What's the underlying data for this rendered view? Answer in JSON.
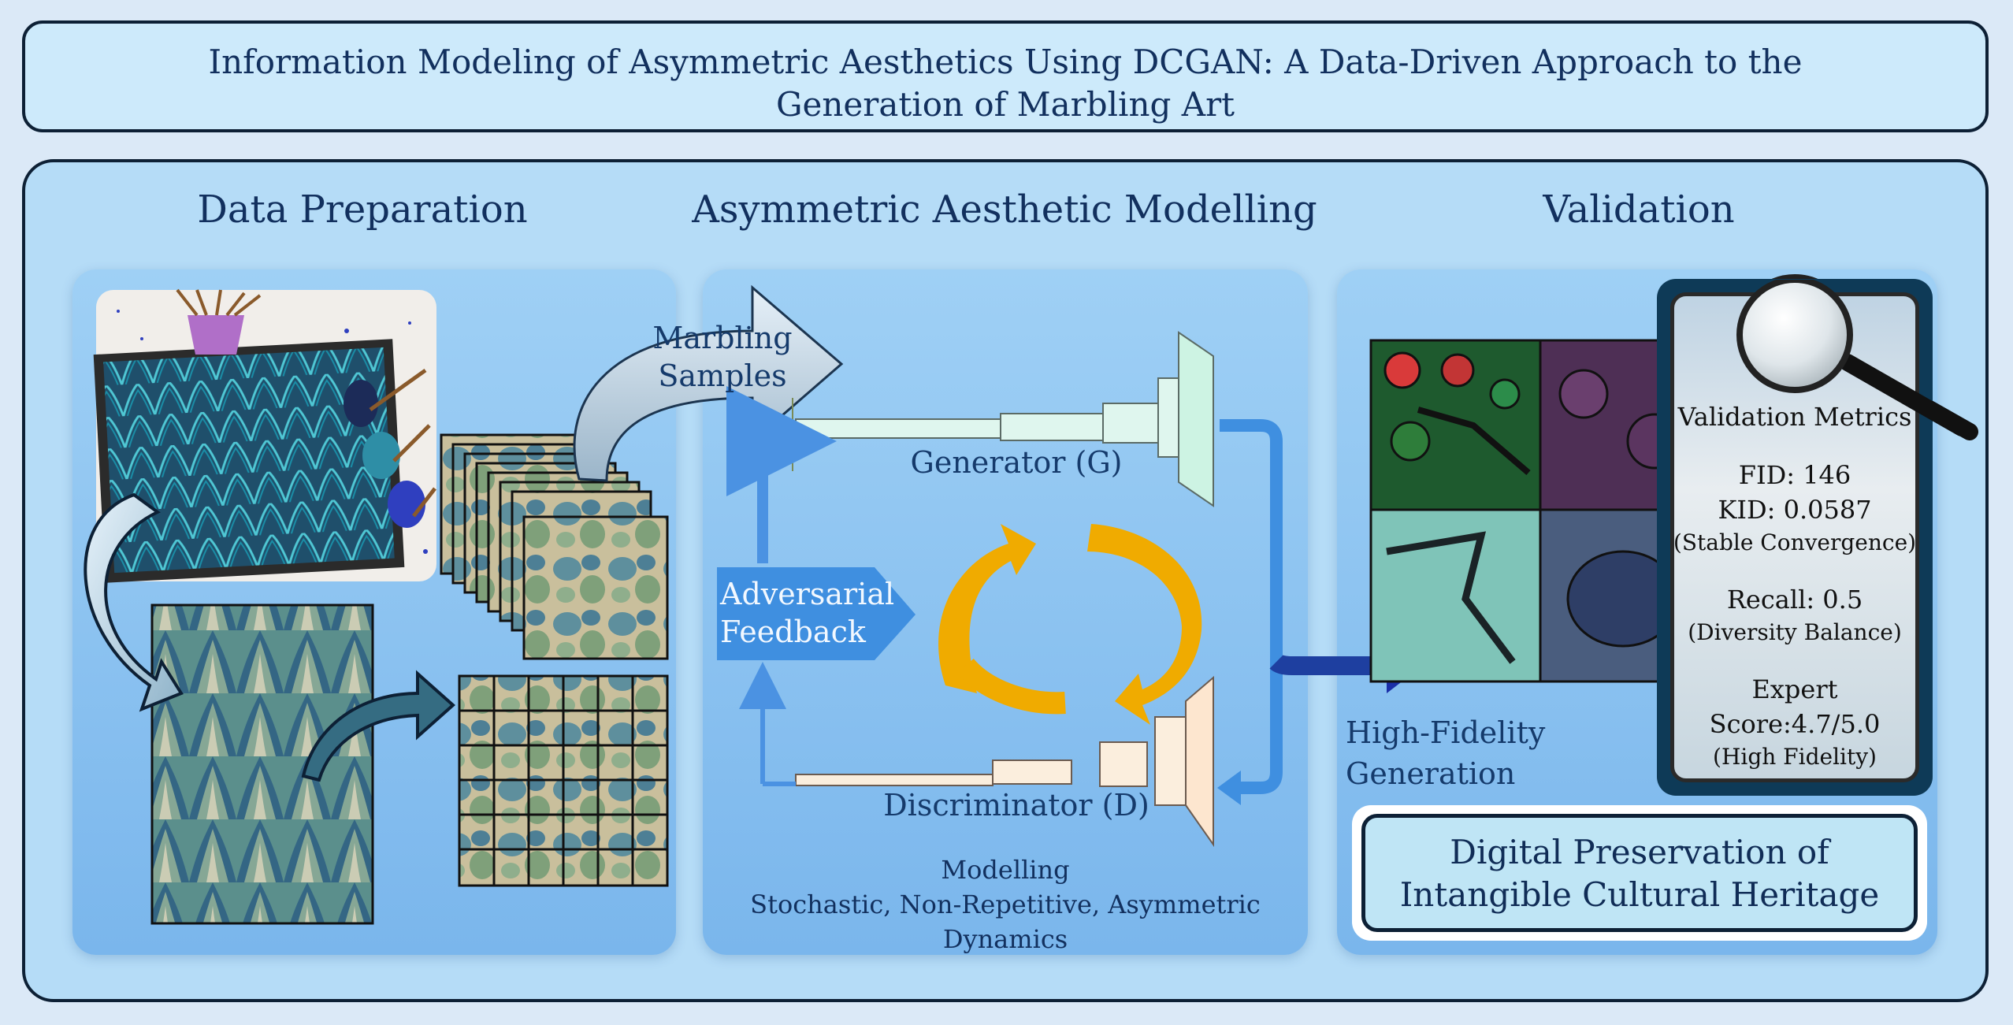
{
  "title": "Information Modeling of Asymmetric Aesthetics Using DCGAN: A Data-Driven Approach to the Generation of Marbling Art",
  "sections": {
    "data_preparation": "Data Preparation",
    "modelling": "Asymmetric Aesthetic Modelling",
    "validation": "Validation"
  },
  "labels": {
    "marbling_samples_1": "Marbling",
    "marbling_samples_2": "Samples",
    "generator": "Generator (G)",
    "discriminator": "Discriminator (D)",
    "adversarial_1": "Adversarial",
    "adversarial_2": "Feedback",
    "modelling_caption_1": "Modelling",
    "modelling_caption_2": "Stochastic, Non-Repetitive, Asymmetric",
    "modelling_caption_3": "Dynamics",
    "high_fidelity_1": "High-Fidelity",
    "high_fidelity_2": "Generation"
  },
  "metrics": {
    "heading": "Validation Metrics",
    "fid": "FID: 146",
    "kid": "KID: 0.0587",
    "kid_note": "(Stable Convergence)",
    "recall": "Recall: 0.5",
    "recall_note": "(Diversity Balance)",
    "expert_1": "Expert",
    "expert_2": "Score:4.7/5.0",
    "expert_note": "(High Fidelity)"
  },
  "heritage": {
    "line1": "Digital Preservation of",
    "line2": "Intangible Cultural Heritage"
  },
  "colors": {
    "navy": "#0d2035",
    "panel": "#9fd0f5",
    "arrow_blue": "#3f8fe0",
    "gold": "#f0ab00",
    "marbling_teal": "#2a6f7e"
  }
}
